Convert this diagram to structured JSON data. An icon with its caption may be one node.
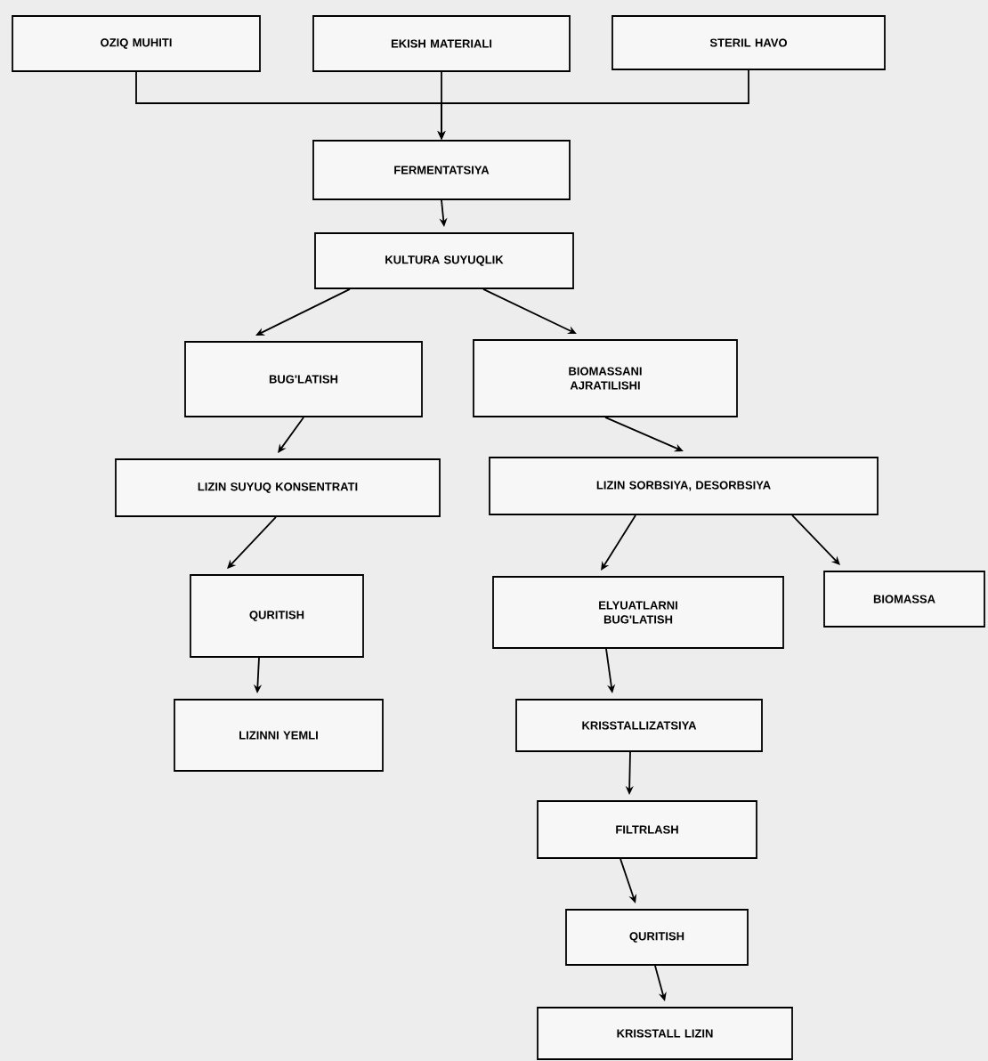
{
  "diagram": {
    "nodes": [
      {
        "text": [
          "OZIQ MUHITI"
        ]
      },
      {
        "text": [
          "EKISH MATERIALI"
        ]
      },
      {
        "text": [
          "STERIL HAVO"
        ]
      },
      {
        "text": [
          "FERMENTATSIYA"
        ]
      },
      {
        "text": [
          "KULTURA SUYUQLIK"
        ]
      },
      {
        "text": [
          "BUG'LATISH"
        ]
      },
      {
        "text": [
          "BIOMASSANI AJRATILISHI"
        ]
      },
      {
        "text": [
          "LIZIN SUYUQ KONSENTRATI"
        ]
      },
      {
        "text": [
          "LIZIN SORBSIYA, DESORBSIYA"
        ]
      },
      {
        "text": [
          "BIOMASSA"
        ]
      },
      {
        "text": [
          "QURITISH"
        ]
      },
      {
        "text": [
          "ELYUATLARNI BUG'LATISH"
        ]
      },
      {
        "text": [
          "LIZINNI YEMLI"
        ]
      },
      {
        "text": [
          "KRISSTALLIZATSIYA"
        ]
      },
      {
        "text": [
          "FILTRLASH"
        ]
      },
      {
        "text": [
          "QURITISH"
        ]
      },
      {
        "text": [
          "KRISSTALL LIZIN"
        ]
      }
    ],
    "edges": [
      {
        "from": 0,
        "to": 3,
        "arrow": "to"
      },
      {
        "from": 1,
        "to": 3,
        "arrow": "to"
      },
      {
        "from": 2,
        "to": 3,
        "arrow": "to"
      },
      {
        "from": 3,
        "to": 4,
        "arrow": "to"
      },
      {
        "from": 4,
        "to": 5,
        "arrow": "to"
      },
      {
        "from": 4,
        "to": 6,
        "arrow": "to"
      },
      {
        "from": 5,
        "to": 7,
        "arrow": "to"
      },
      {
        "from": 6,
        "to": 8,
        "arrow": "to"
      },
      {
        "from": 7,
        "to": 10,
        "arrow": "to"
      },
      {
        "from": 8,
        "to": 11,
        "arrow": "to"
      },
      {
        "from": 8,
        "to": 9,
        "arrow": "to"
      },
      {
        "from": 10,
        "to": 12,
        "arrow": "to"
      },
      {
        "from": 11,
        "to": 13,
        "arrow": "to"
      },
      {
        "from": 13,
        "to": 14,
        "arrow": "to"
      },
      {
        "from": 14,
        "to": 15,
        "arrow": "to"
      },
      {
        "from": 15,
        "to": 16,
        "arrow": "to"
      }
    ]
  }
}
